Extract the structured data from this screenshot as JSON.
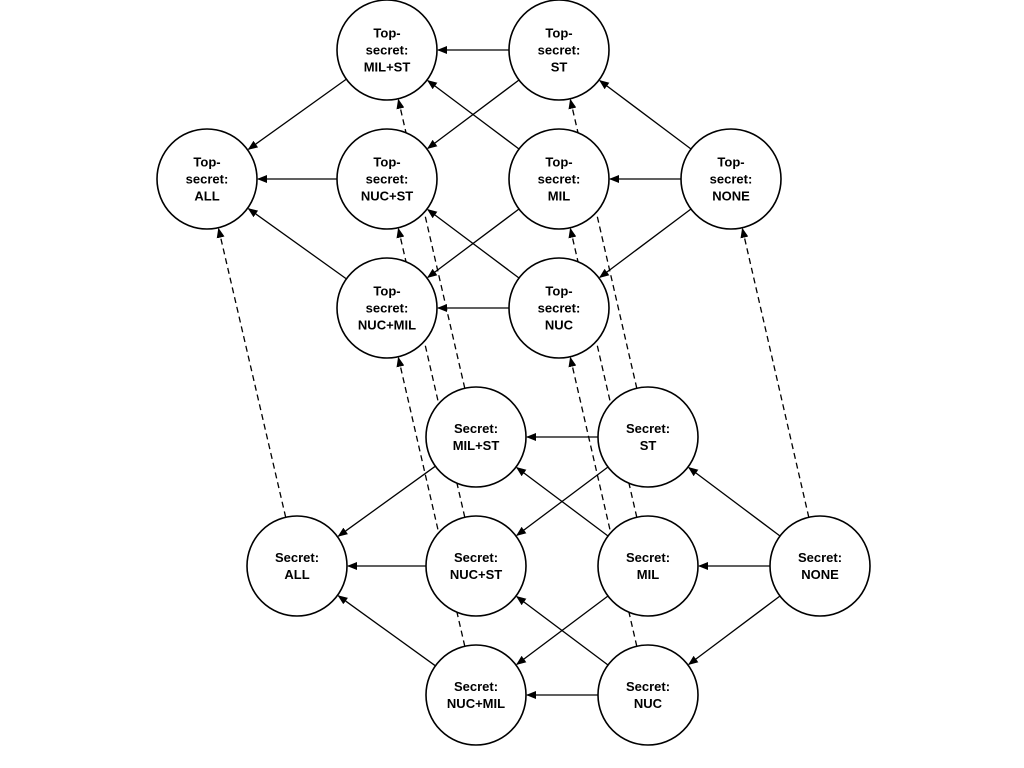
{
  "nodes": [
    {
      "id": "ts_milst",
      "level": "top-secret",
      "lines": [
        "Top-",
        "secret:",
        "MIL+ST"
      ]
    },
    {
      "id": "ts_st",
      "level": "top-secret",
      "lines": [
        "Top-",
        "secret:",
        "ST"
      ]
    },
    {
      "id": "ts_all",
      "level": "top-secret",
      "lines": [
        "Top-",
        "secret:",
        "ALL"
      ]
    },
    {
      "id": "ts_nucst",
      "level": "top-secret",
      "lines": [
        "Top-",
        "secret:",
        "NUC+ST"
      ]
    },
    {
      "id": "ts_mil",
      "level": "top-secret",
      "lines": [
        "Top-",
        "secret:",
        "MIL"
      ]
    },
    {
      "id": "ts_none",
      "level": "top-secret",
      "lines": [
        "Top-",
        "secret:",
        "NONE"
      ]
    },
    {
      "id": "ts_nucmil",
      "level": "top-secret",
      "lines": [
        "Top-",
        "secret:",
        "NUC+MIL"
      ]
    },
    {
      "id": "ts_nuc",
      "level": "top-secret",
      "lines": [
        "Top-",
        "secret:",
        "NUC"
      ]
    },
    {
      "id": "s_milst",
      "level": "secret",
      "lines": [
        "Secret:",
        "MIL+ST"
      ]
    },
    {
      "id": "s_st",
      "level": "secret",
      "lines": [
        "Secret:",
        "ST"
      ]
    },
    {
      "id": "s_all",
      "level": "secret",
      "lines": [
        "Secret:",
        "ALL"
      ]
    },
    {
      "id": "s_nucst",
      "level": "secret",
      "lines": [
        "Secret:",
        "NUC+ST"
      ]
    },
    {
      "id": "s_mil",
      "level": "secret",
      "lines": [
        "Secret:",
        "MIL"
      ]
    },
    {
      "id": "s_none",
      "level": "secret",
      "lines": [
        "Secret:",
        "NONE"
      ]
    },
    {
      "id": "s_nucmil",
      "level": "secret",
      "lines": [
        "Secret:",
        "NUC+MIL"
      ]
    },
    {
      "id": "s_nuc",
      "level": "secret",
      "lines": [
        "Secret:",
        "NUC"
      ]
    }
  ],
  "edges": [
    {
      "from": "ts_st",
      "to": "ts_milst",
      "style": "solid"
    },
    {
      "from": "ts_milst",
      "to": "ts_all",
      "style": "solid"
    },
    {
      "from": "ts_nucst",
      "to": "ts_all",
      "style": "solid"
    },
    {
      "from": "ts_nucmil",
      "to": "ts_all",
      "style": "solid"
    },
    {
      "from": "ts_st",
      "to": "ts_nucst",
      "style": "solid"
    },
    {
      "from": "ts_mil",
      "to": "ts_milst",
      "style": "solid"
    },
    {
      "from": "ts_none",
      "to": "ts_st",
      "style": "solid"
    },
    {
      "from": "ts_none",
      "to": "ts_mil",
      "style": "solid"
    },
    {
      "from": "ts_none",
      "to": "ts_nuc",
      "style": "solid"
    },
    {
      "from": "ts_mil",
      "to": "ts_nucmil",
      "style": "solid"
    },
    {
      "from": "ts_nuc",
      "to": "ts_nucst",
      "style": "solid"
    },
    {
      "from": "ts_nuc",
      "to": "ts_nucmil",
      "style": "solid"
    },
    {
      "from": "s_st",
      "to": "s_milst",
      "style": "solid"
    },
    {
      "from": "s_milst",
      "to": "s_all",
      "style": "solid"
    },
    {
      "from": "s_nucst",
      "to": "s_all",
      "style": "solid"
    },
    {
      "from": "s_nucmil",
      "to": "s_all",
      "style": "solid"
    },
    {
      "from": "s_st",
      "to": "s_nucst",
      "style": "solid"
    },
    {
      "from": "s_mil",
      "to": "s_milst",
      "style": "solid"
    },
    {
      "from": "s_none",
      "to": "s_st",
      "style": "solid"
    },
    {
      "from": "s_none",
      "to": "s_mil",
      "style": "solid"
    },
    {
      "from": "s_none",
      "to": "s_nuc",
      "style": "solid"
    },
    {
      "from": "s_mil",
      "to": "s_nucmil",
      "style": "solid"
    },
    {
      "from": "s_nuc",
      "to": "s_nucst",
      "style": "solid"
    },
    {
      "from": "s_nuc",
      "to": "s_nucmil",
      "style": "solid"
    },
    {
      "from": "s_all",
      "to": "ts_all",
      "style": "dashed"
    },
    {
      "from": "s_milst",
      "to": "ts_milst",
      "style": "dashed"
    },
    {
      "from": "s_st",
      "to": "ts_st",
      "style": "dashed"
    },
    {
      "from": "s_nucst",
      "to": "ts_nucst",
      "style": "dashed"
    },
    {
      "from": "s_mil",
      "to": "ts_mil",
      "style": "dashed"
    },
    {
      "from": "s_none",
      "to": "ts_none",
      "style": "dashed"
    },
    {
      "from": "s_nucmil",
      "to": "ts_nucmil",
      "style": "dashed"
    },
    {
      "from": "s_nuc",
      "to": "ts_nuc",
      "style": "dashed"
    }
  ]
}
